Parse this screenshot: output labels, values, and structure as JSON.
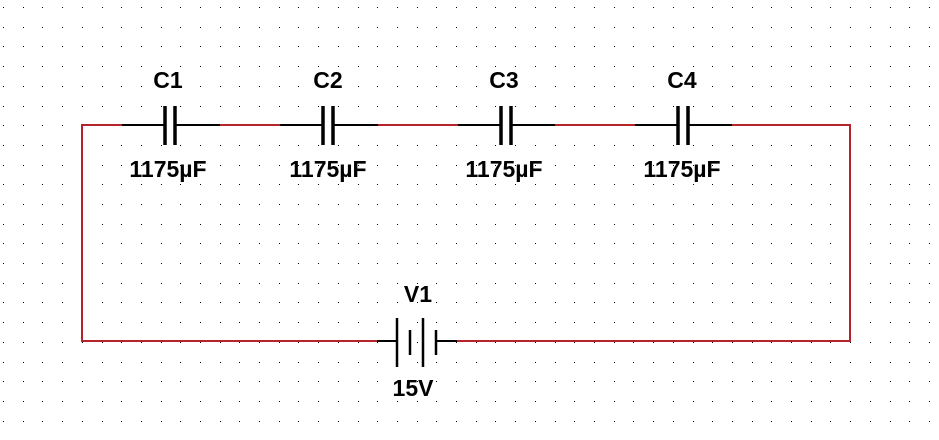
{
  "colors": {
    "wire": "#b5242a",
    "component": "#000000",
    "grid_dot": "#000000",
    "background": "#ffffff"
  },
  "components": {
    "capacitors": [
      {
        "ref": "C1",
        "value": "1175µF"
      },
      {
        "ref": "C2",
        "value": "1175µF"
      },
      {
        "ref": "C3",
        "value": "1175µF"
      },
      {
        "ref": "C4",
        "value": "1175µF"
      }
    ],
    "battery": {
      "ref": "V1",
      "value": "15V"
    }
  }
}
